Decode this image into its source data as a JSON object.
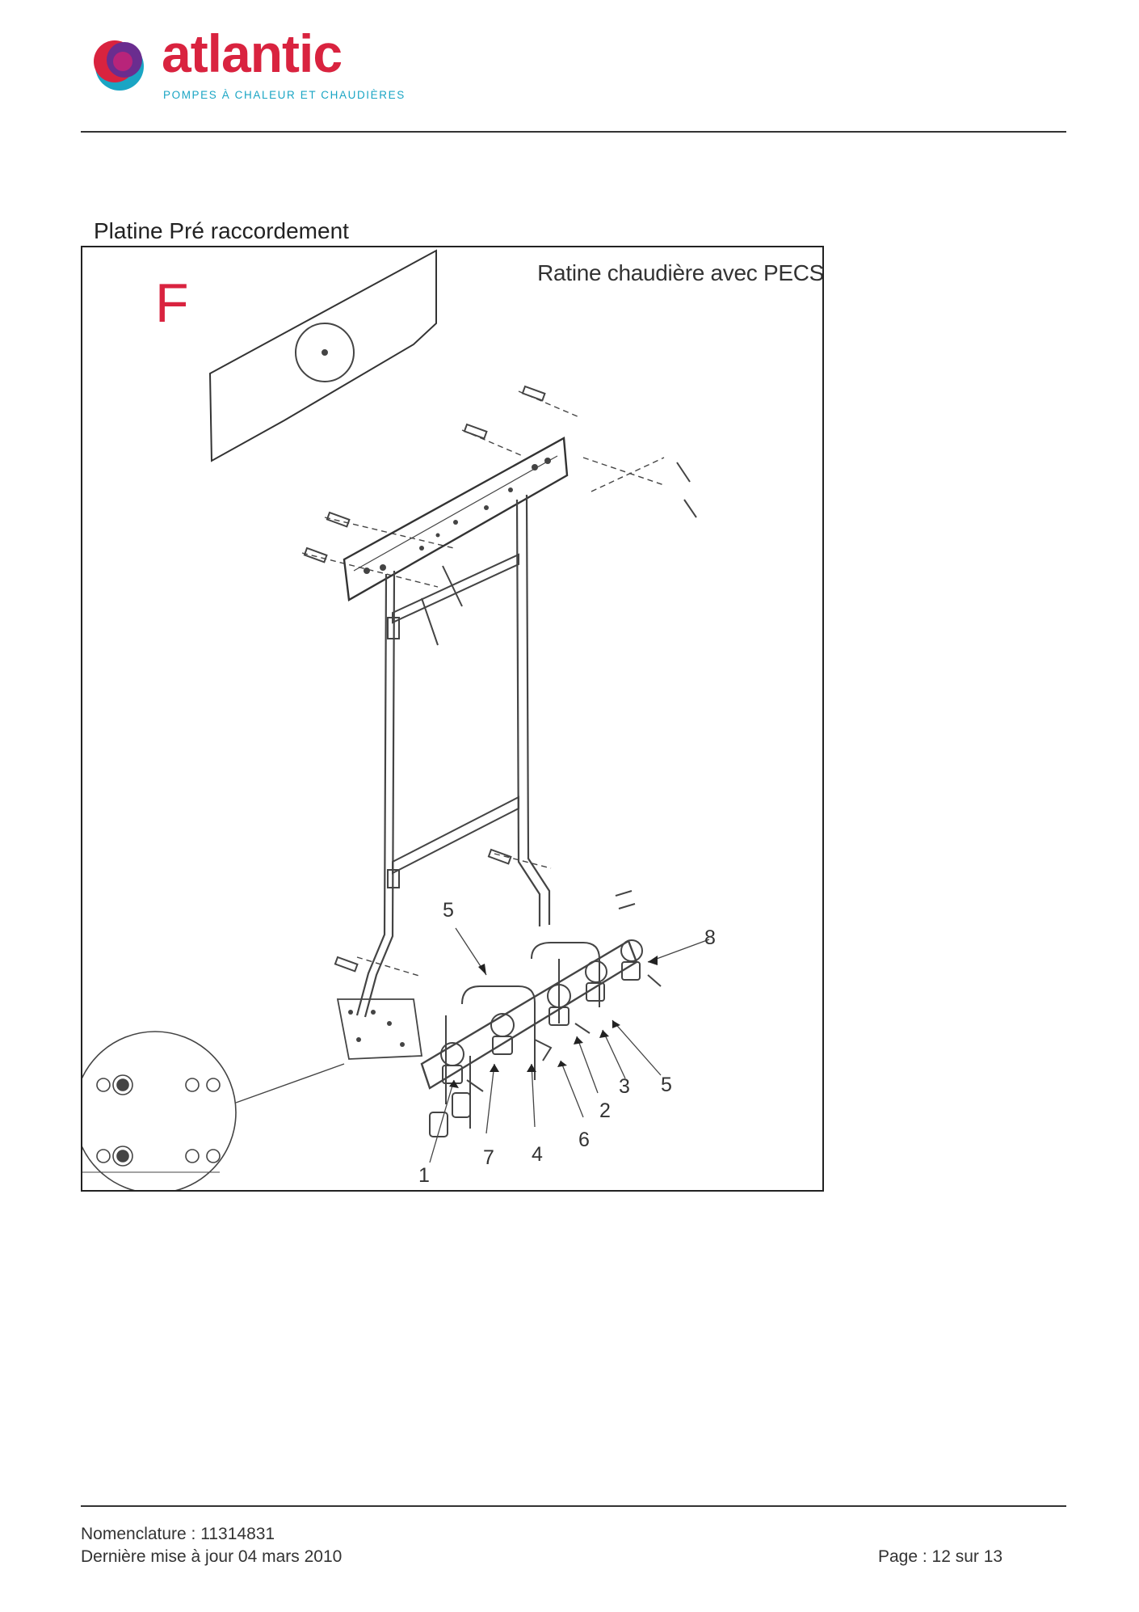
{
  "header": {
    "brand": "atlantic",
    "tagline": "POMPES À CHALEUR ET CHAUDIÈRES",
    "brand_color": "#d9233f",
    "tagline_color": "#1aa5c4"
  },
  "section": {
    "title": "Platine Pré raccordement"
  },
  "figure": {
    "letter": "F",
    "caption": "Ratine chaudière avec PECS",
    "callouts": [
      "5",
      "8",
      "3",
      "5",
      "2",
      "6",
      "4",
      "7",
      "1"
    ]
  },
  "footer": {
    "nomenclature": "Nomenclature : 11314831",
    "updated": "Dernière mise à jour 04 mars 2010",
    "page": "Page : 12 sur 13"
  }
}
